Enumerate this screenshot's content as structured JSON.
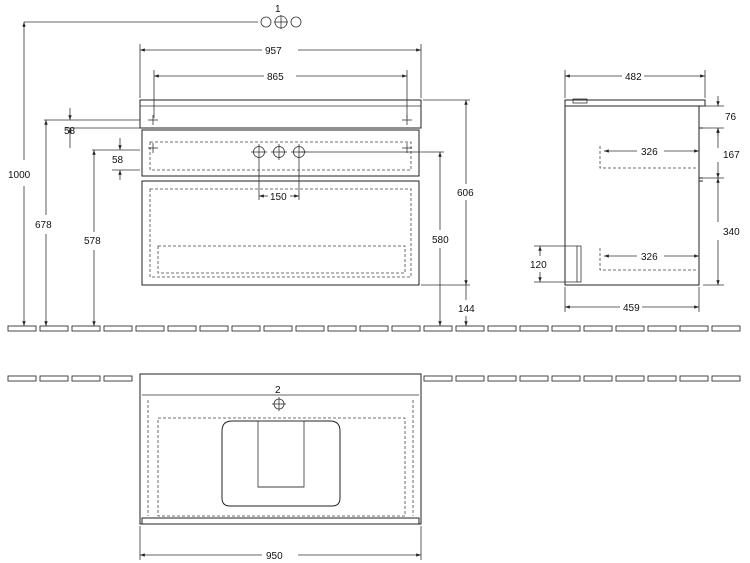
{
  "callouts": {
    "tap_hole": "1",
    "drain": "2"
  },
  "front_view": {
    "width_top": "957",
    "width_inner": "865",
    "height_total": "1000",
    "height_678": "678",
    "height_578": "578",
    "gap_upper": "58",
    "gap_lower": "58",
    "hole_spacing": "150",
    "height_606": "606",
    "height_580": "580",
    "height_floor": "144"
  },
  "side_view": {
    "depth_top": "482",
    "depth_bottom": "459",
    "top_76": "76",
    "drawer_167": "167",
    "drawer_340": "340",
    "inner_upper": "326",
    "inner_lower": "326",
    "height_120": "120"
  },
  "top_view": {
    "width": "950"
  }
}
